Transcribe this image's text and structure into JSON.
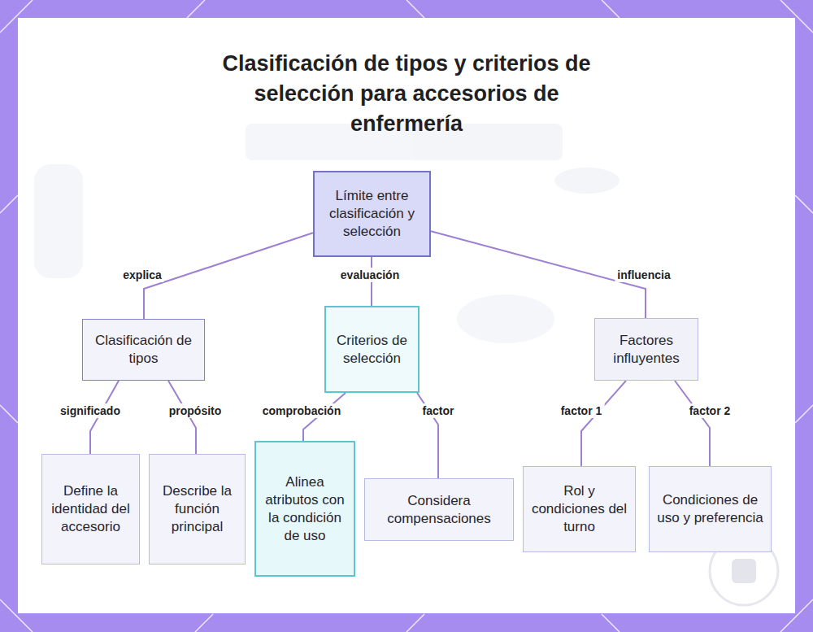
{
  "diagram": {
    "title": "Clasificación de tipos y criterios de selección para accesorios de enfermería",
    "nodes": [
      {
        "text": [
          "Límite entre clasificación y selección"
        ]
      },
      {
        "text": [
          "Clasificación de tipos"
        ]
      },
      {
        "text": [
          "Criterios de selección"
        ]
      },
      {
        "text": [
          "Factores influyentes"
        ]
      },
      {
        "text": [
          "Define la identidad del accesorio"
        ]
      },
      {
        "text": [
          "Describe la función principal"
        ]
      },
      {
        "text": [
          "Alinea atributos con la condición de uso"
        ]
      },
      {
        "text": [
          "Considera compensaciones"
        ]
      },
      {
        "text": [
          "Rol y condiciones del turno"
        ]
      },
      {
        "text": [
          "Condiciones de uso y preferencia"
        ]
      }
    ],
    "edges": [
      {
        "from": 0,
        "to": 1,
        "label": "explica",
        "arrow": "none"
      },
      {
        "from": 0,
        "to": 2,
        "label": "evaluación",
        "arrow": "none"
      },
      {
        "from": 0,
        "to": 3,
        "label": "influencia",
        "arrow": "none"
      },
      {
        "from": 1,
        "to": 4,
        "label": "significado",
        "arrow": "none"
      },
      {
        "from": 1,
        "to": 5,
        "label": "propósito",
        "arrow": "none"
      },
      {
        "from": 2,
        "to": 6,
        "label": "comprobación",
        "arrow": "none"
      },
      {
        "from": 2,
        "to": 7,
        "label": "factor",
        "arrow": "none"
      },
      {
        "from": 3,
        "to": 8,
        "label": "factor 1",
        "arrow": "none"
      },
      {
        "from": 3,
        "to": 9,
        "label": "factor 2",
        "arrow": "none"
      }
    ]
  }
}
